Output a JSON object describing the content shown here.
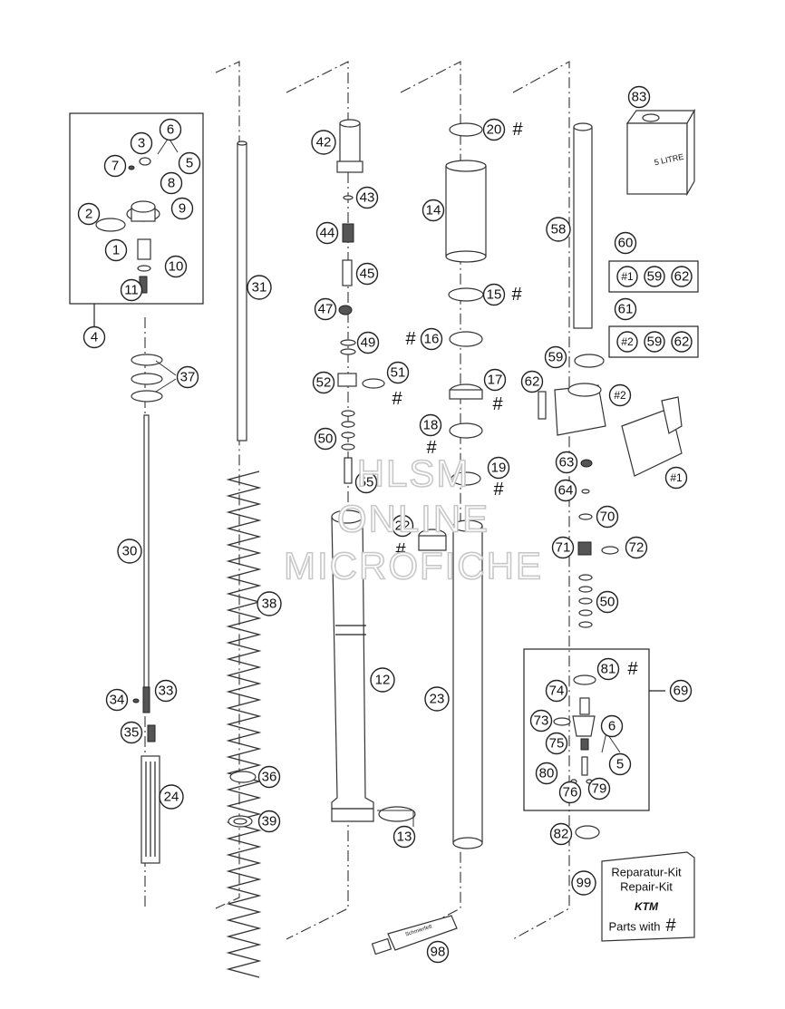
{
  "diagram": {
    "callouts": [
      "1",
      "2",
      "3",
      "4",
      "5",
      "6",
      "7",
      "8",
      "9",
      "10",
      "11",
      "12",
      "13",
      "14",
      "15",
      "16",
      "17",
      "18",
      "19",
      "20",
      "22",
      "23",
      "24",
      "30",
      "31",
      "33",
      "34",
      "35",
      "36",
      "37",
      "38",
      "39",
      "42",
      "43",
      "44",
      "45",
      "47",
      "49",
      "50",
      "51",
      "52",
      "55",
      "58",
      "59",
      "60",
      "61",
      "62",
      "63",
      "64",
      "69",
      "70",
      "71",
      "72",
      "73",
      "74",
      "75",
      "76",
      "79",
      "80",
      "81",
      "82",
      "83",
      "98",
      "99",
      "#1",
      "#2"
    ],
    "hash_mark": "#",
    "kit_60_items": [
      "#1",
      "59",
      "62"
    ],
    "kit_61_items": [
      "#2",
      "59",
      "62"
    ],
    "oil_can_label": "5 LITRE",
    "repair_kit": {
      "line1": "Reparatur-Kit",
      "line2": "Repair-Kit",
      "brand": "KTM",
      "parts_note": "Parts with",
      "parts_hash": "#"
    },
    "grease_tube_label": "Schmierfett",
    "watermark": [
      "HLSM",
      "ONLINE",
      "MICROFICHE"
    ]
  }
}
